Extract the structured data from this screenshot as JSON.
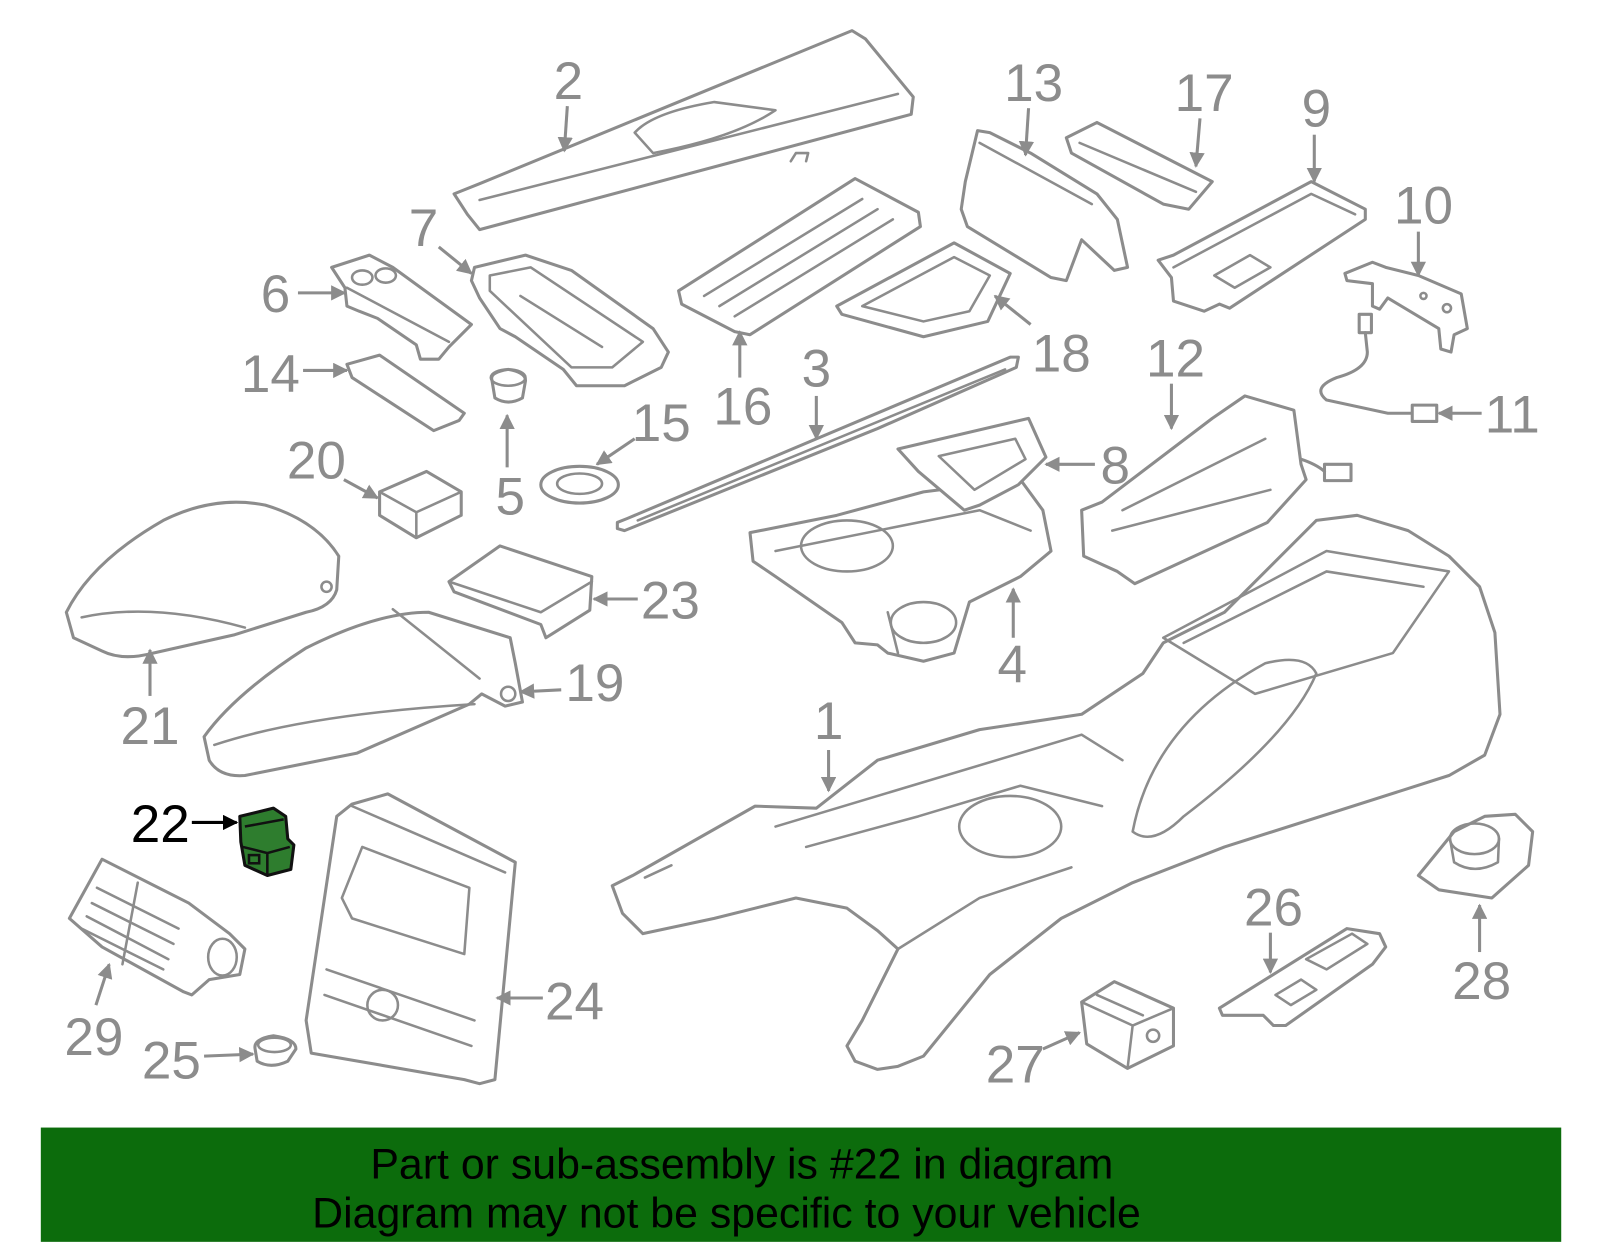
{
  "diagram": {
    "callouts": [
      "1",
      "2",
      "3",
      "4",
      "5",
      "6",
      "7",
      "8",
      "9",
      "10",
      "11",
      "12",
      "13",
      "14",
      "15",
      "16",
      "17",
      "18",
      "19",
      "20",
      "21",
      "22",
      "23",
      "24",
      "25",
      "26",
      "27",
      "28",
      "29"
    ]
  },
  "banner": {
    "line1": "Part or sub-assembly is #22 in diagram",
    "line2": "Diagram may not be specific to your vehicle"
  },
  "colors": {
    "line_art": "#8c8c8c",
    "highlight_fill": "#2e7d2e",
    "highlight_label": "#000000",
    "banner_background": "#0c6c0c",
    "banner_text": "#000000"
  }
}
